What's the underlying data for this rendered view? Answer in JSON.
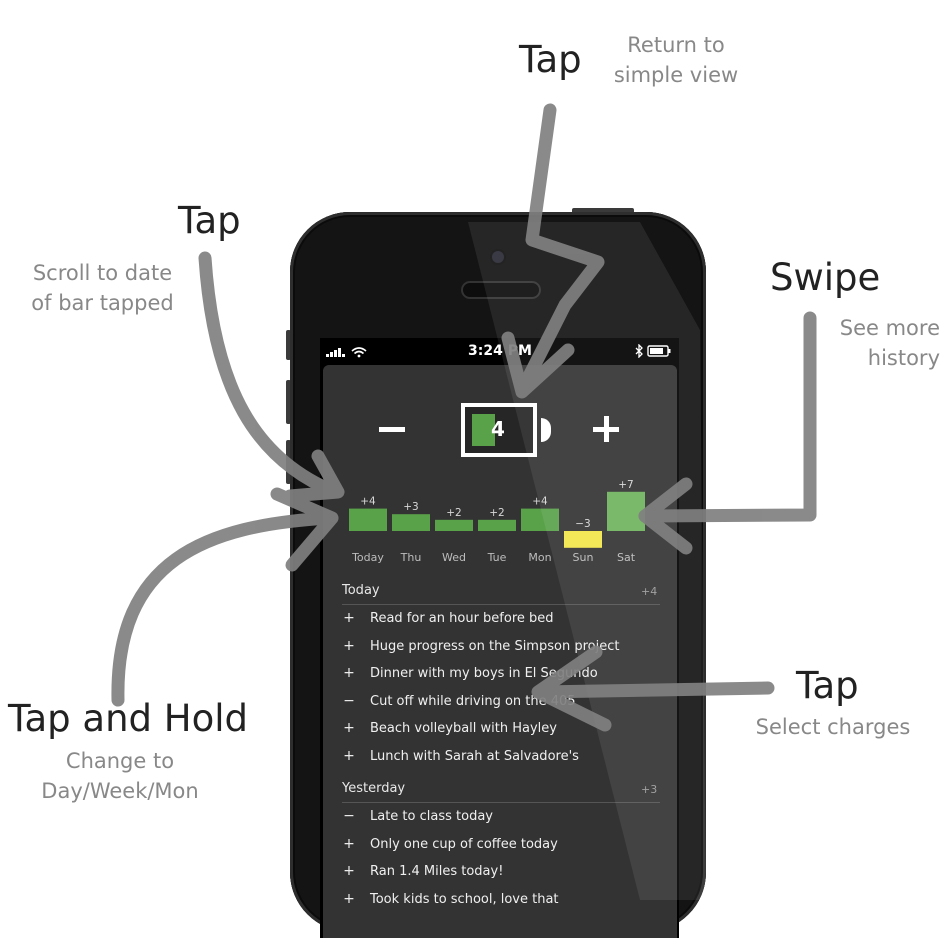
{
  "annotations": {
    "top_tap": {
      "action": "Tap",
      "desc_line1": "Return to",
      "desc_line2": "simple view"
    },
    "left_tap": {
      "action": "Tap",
      "desc_line1": "Scroll to date",
      "desc_line2": "of bar tapped"
    },
    "swipe": {
      "action": "Swipe",
      "desc_line1": "See more",
      "desc_line2": "history"
    },
    "hold": {
      "action": "Tap and Hold",
      "desc_line1": "Change to",
      "desc_line2": "Day/Week/Mon"
    },
    "bottom_tap": {
      "action": "Tap",
      "desc_line1": "Select charges"
    }
  },
  "status_bar": {
    "time": "3:24 PM"
  },
  "app": {
    "minus_label": "−",
    "plus_label": "+",
    "battery_value": "4"
  },
  "chart_data": {
    "type": "bar",
    "categories": [
      "Today",
      "Thu",
      "Wed",
      "Tue",
      "Mon",
      "Sun",
      "Sat"
    ],
    "values": [
      4,
      3,
      2,
      2,
      4,
      -3,
      7
    ],
    "labels": [
      "+4",
      "+3",
      "+2",
      "+2",
      "+4",
      "−3",
      "+7"
    ],
    "colors": {
      "positive": "#5aa24a",
      "highlight": "#6fb35e",
      "negative": "#f2e64a"
    }
  },
  "sections": [
    {
      "title": "Today",
      "total": "+4",
      "items": [
        {
          "sign": "+",
          "text": "Read for an hour before bed"
        },
        {
          "sign": "+",
          "text": "Huge progress on the Simpson project"
        },
        {
          "sign": "+",
          "text": "Dinner with my boys in El Segundo"
        },
        {
          "sign": "−",
          "text": "Cut off while driving on the 405"
        },
        {
          "sign": "+",
          "text": "Beach volleyball with Hayley"
        },
        {
          "sign": "+",
          "text": "Lunch with Sarah at Salvadore's"
        }
      ]
    },
    {
      "title": "Yesterday",
      "total": "+3",
      "items": [
        {
          "sign": "−",
          "text": "Late to class today"
        },
        {
          "sign": "+",
          "text": "Only one cup of coffee today"
        },
        {
          "sign": "+",
          "text": "Ran 1.4 Miles today!"
        },
        {
          "sign": "+",
          "text": "Took kids to school, love that"
        }
      ]
    }
  ]
}
